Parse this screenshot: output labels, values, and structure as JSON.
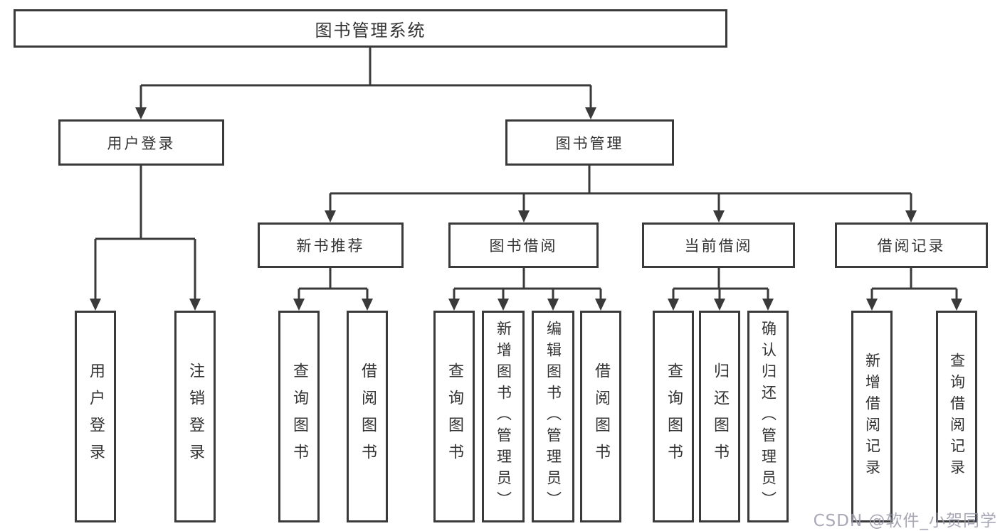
{
  "diagram": {
    "root": {
      "label": "图书管理系统"
    },
    "branches": [
      {
        "label": "用户登录",
        "leaves": [
          {
            "label": "用户登录"
          },
          {
            "label": "注销登录"
          }
        ]
      },
      {
        "label": "图书管理",
        "groups": [
          {
            "label": "新书推荐",
            "leaves": [
              {
                "label": "查询图书"
              },
              {
                "label": "借阅图书"
              }
            ]
          },
          {
            "label": "图书借阅",
            "leaves": [
              {
                "label": "查询图书"
              },
              {
                "label": "新增图书（管理员）"
              },
              {
                "label": "编辑图书（管理员）"
              },
              {
                "label": "借阅图书"
              }
            ]
          },
          {
            "label": "当前借阅",
            "leaves": [
              {
                "label": "查询图书"
              },
              {
                "label": "归还图书"
              },
              {
                "label": "确认归还（管理员）"
              }
            ]
          },
          {
            "label": "借阅记录",
            "leaves": [
              {
                "label": "新增借阅记录"
              },
              {
                "label": "查询借阅记录"
              }
            ]
          }
        ]
      }
    ]
  },
  "watermark": {
    "text": "CSDN @软件_小贺同学"
  },
  "colors": {
    "line": "#3a3a3a",
    "box_border": "#3a3a3a",
    "text": "#333333",
    "watermark": "#9a9aab",
    "background": "#ffffff"
  }
}
